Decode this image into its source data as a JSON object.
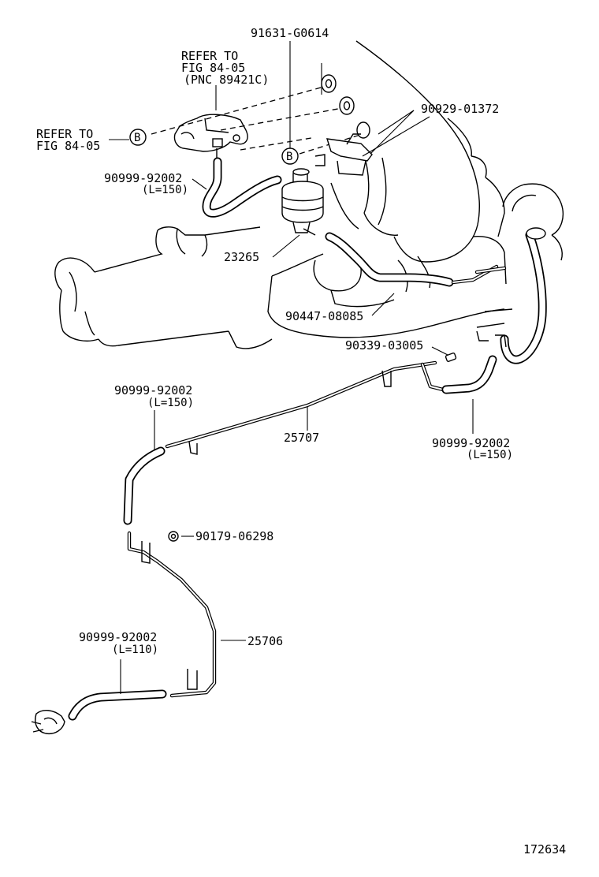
{
  "diagram": {
    "callouts": {
      "refer_top": [
        "REFER TO",
        "FIG 84-05",
        "(PNC 89421C)"
      ],
      "refer_left": [
        "REFER TO",
        "FIG 84-05"
      ],
      "part_91631": "91631-G0614",
      "part_90929": "90929-01372",
      "hose_top_left": "90999-92002",
      "hose_top_left_len": "(L=150)",
      "part_23265": "23265",
      "part_90447": "90447-08085",
      "part_90339": "90339-03005",
      "hose_mid_left": "90999-92002",
      "hose_mid_left_len": "(L=150)",
      "part_25707": "25707",
      "hose_mid_right": "90999-92002",
      "hose_mid_right_len": "(L=150)",
      "part_90179": "90179-06298",
      "hose_bottom": "90999-92002",
      "hose_bottom_len": "(L=110)",
      "part_25706": "25706",
      "marker_b": "B",
      "figure_no": "172634"
    }
  }
}
